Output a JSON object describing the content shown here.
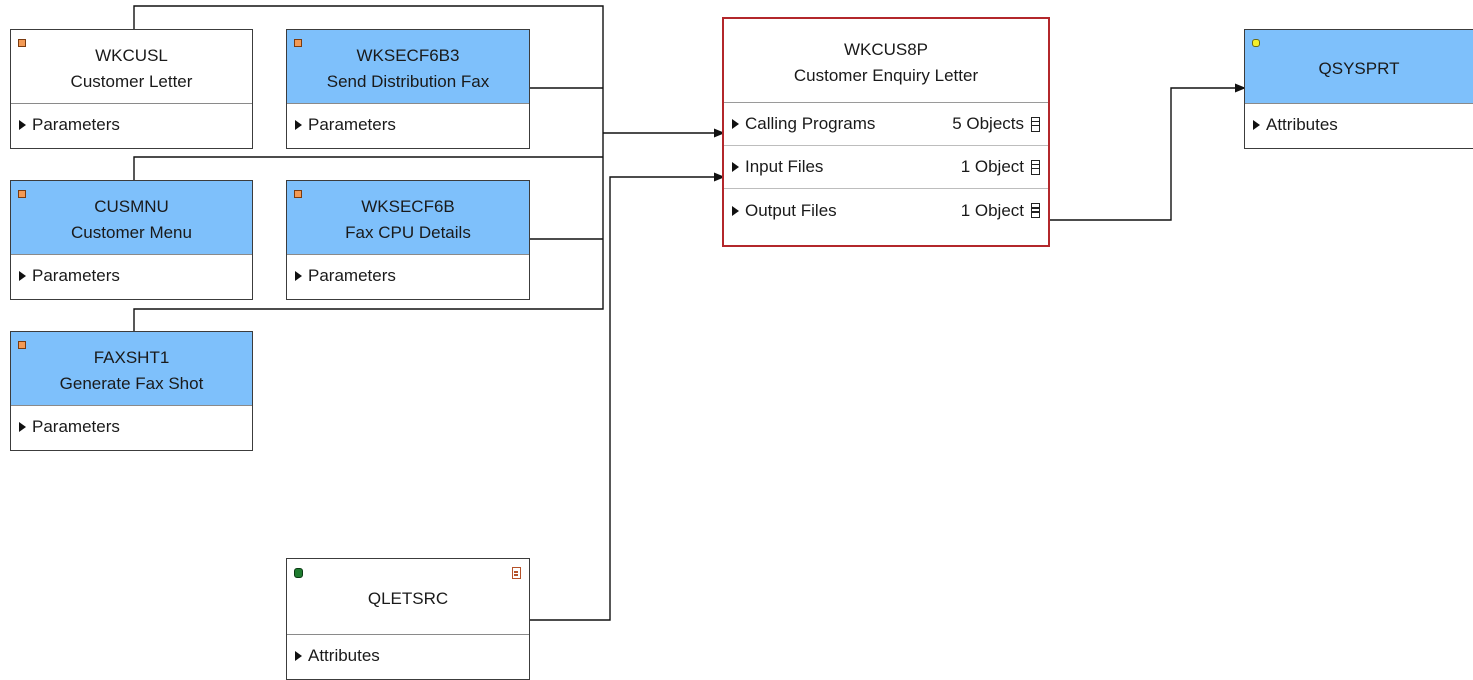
{
  "main_node": {
    "name": "WKCUS8P",
    "description": "Customer Enquiry Letter",
    "rows": [
      {
        "label": "Calling Programs",
        "count": "5 Objects"
      },
      {
        "label": "Input Files",
        "count": "1 Object"
      },
      {
        "label": "Output Files",
        "count": "1 Object"
      }
    ]
  },
  "calling_programs": [
    {
      "name": "WKCUSL",
      "description": "Customer Letter",
      "section": "Parameters",
      "highlighted": false
    },
    {
      "name": "WKSECF6B3",
      "description": "Send Distribution Fax",
      "section": "Parameters",
      "highlighted": true
    },
    {
      "name": "CUSMNU",
      "description": "Customer Menu",
      "section": "Parameters",
      "highlighted": true
    },
    {
      "name": "WKSECF6B",
      "description": "Fax CPU Details",
      "section": "Parameters",
      "highlighted": true
    },
    {
      "name": "FAXSHT1",
      "description": "Generate Fax Shot",
      "section": "Parameters",
      "highlighted": true
    }
  ],
  "input_file": {
    "name": "QLETSRC",
    "section": "Attributes",
    "icon": "source-member-icon"
  },
  "output_file": {
    "name": "QSYSPRT",
    "section": "Attributes",
    "icon": "printer-device-icon"
  },
  "colors": {
    "highlight": "#7ec0fb",
    "selected_border": "#b3272b",
    "program_badge": "#f39a55",
    "database_badge": "#1e7b2e",
    "device_badge": "#f5ef2a"
  }
}
